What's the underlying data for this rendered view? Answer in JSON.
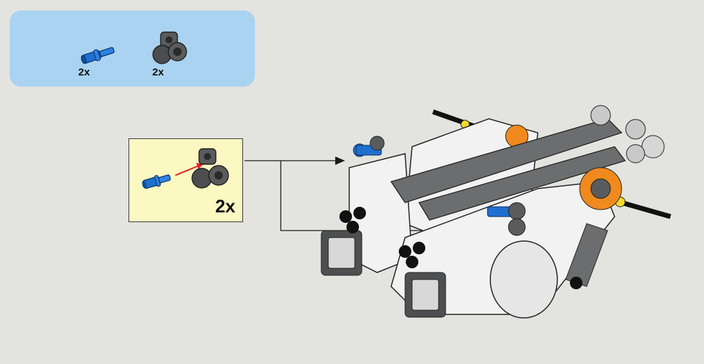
{
  "parts_list": {
    "items": [
      {
        "icon": "blue-axle-pin-icon",
        "quantity": "2x",
        "color": "#1f6fd1"
      },
      {
        "icon": "dark-gray-pin-connector-icon",
        "quantity": "2x",
        "color": "#4a4a4a"
      }
    ]
  },
  "callout": {
    "quantity": "2x",
    "arrow_color": "#e0202a"
  },
  "colors": {
    "background": "#e3e3df",
    "parts_panel": "#a9d3f1",
    "callout_bg": "#fbf8c2",
    "motor_white": "#f2f2f2",
    "beam_gray": "#6b6d6e",
    "accent_orange": "#f08a1e",
    "accent_yellow": "#f5d82b"
  }
}
